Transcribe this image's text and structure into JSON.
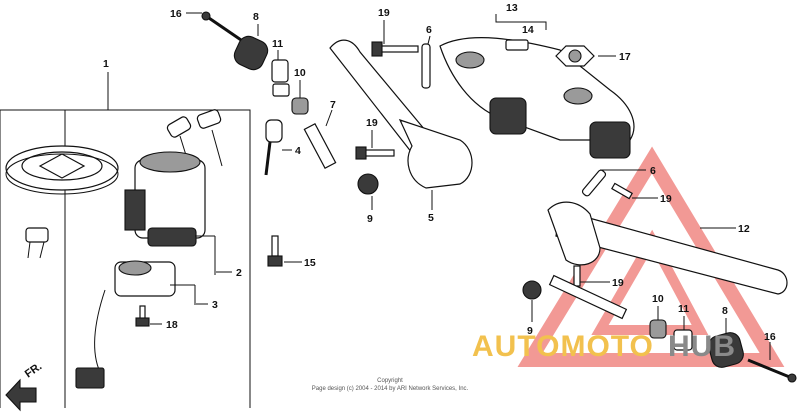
{
  "callouts": {
    "c1": "1",
    "c2": "2",
    "c3": "3",
    "c4": "4",
    "c5": "5",
    "c6a": "6",
    "c6b": "6",
    "c7": "7",
    "c8a": "8",
    "c8b": "8",
    "c9a": "9",
    "c9b": "9",
    "c10a": "10",
    "c10b": "10",
    "c11a": "11",
    "c11b": "11",
    "c12": "12",
    "c13": "13",
    "c14": "14",
    "c15": "15",
    "c16a": "16",
    "c16b": "16",
    "c17": "17",
    "c18": "18",
    "c19a": "19",
    "c19b": "19",
    "c19c": "19",
    "c19d": "19"
  },
  "front_label": "FR.",
  "copyright": {
    "line1": "Copyright",
    "line2": "Page design (c) 2004 - 2014 by ARI Network Services, Inc."
  },
  "watermark": {
    "part1": "AUTOMOTO",
    "part2": "HUB",
    "color_red": "#e8463f",
    "color_gold": "#f2c14e",
    "color_grey": "#8a8a8a"
  }
}
